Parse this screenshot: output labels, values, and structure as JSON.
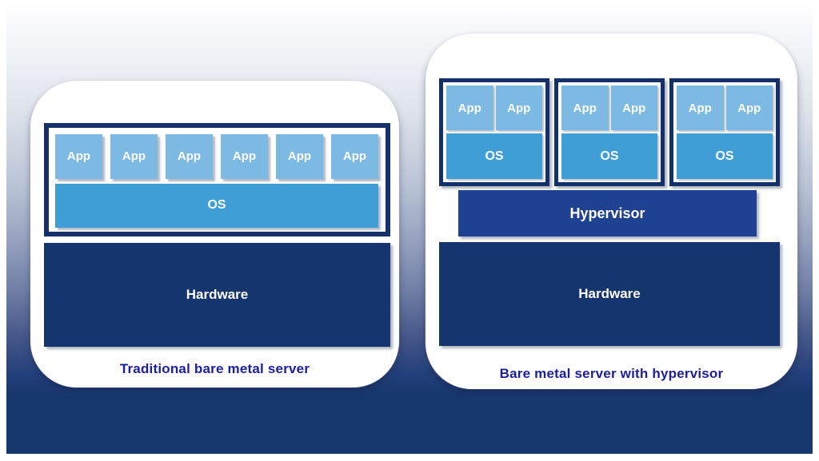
{
  "diagram": {
    "left_panel": {
      "caption": "Traditional bare metal server",
      "apps": [
        "App",
        "App",
        "App",
        "App",
        "App",
        "App"
      ],
      "os_label": "OS",
      "hardware_label": "Hardware"
    },
    "right_panel": {
      "caption": "Bare metal server with hypervisor",
      "vms": [
        {
          "apps": [
            "App",
            "App"
          ],
          "os_label": "OS"
        },
        {
          "apps": [
            "App",
            "App"
          ],
          "os_label": "OS"
        },
        {
          "apps": [
            "App",
            "App"
          ],
          "os_label": "OS"
        }
      ],
      "hypervisor_label": "Hypervisor",
      "hardware_label": "Hardware"
    },
    "colors": {
      "app_box": "#7CB9E3",
      "os_bar": "#3F9ED6",
      "container_border": "#13306B",
      "hardware_box": "#15356E",
      "hypervisor_bar": "#1E4191",
      "caption_text": "#1C1F9D",
      "label_text": "#FFFFFF",
      "card_background": "#FFFFFF",
      "background_bottom": "#16386E"
    }
  }
}
